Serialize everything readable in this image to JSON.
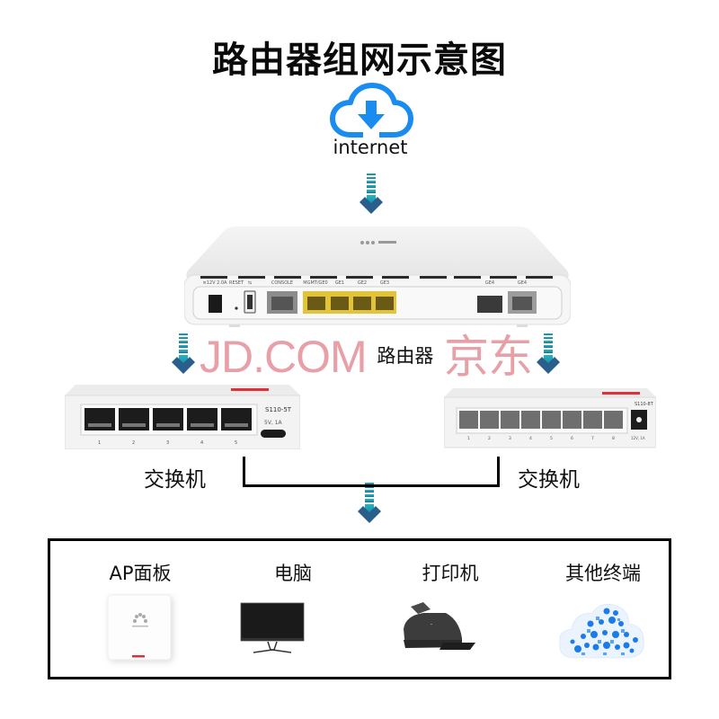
{
  "title": "路由器组网示意图",
  "internet": {
    "label": "internet",
    "icon": "cloud-download-icon",
    "color": "#1a8cf0"
  },
  "router": {
    "label": "路由器",
    "port_labels": [
      "12V 2.0A",
      "RESET",
      "USB",
      "CONSOLE",
      "MGMT/GE0",
      "GE1",
      "GE2",
      "GE3",
      "GE4",
      "GE4"
    ],
    "lan_port_color": "#e2c43a"
  },
  "watermark": "JD.COM 京东",
  "switches": [
    {
      "label": "交换机",
      "model": "S110-5T",
      "power": "5V, 1A",
      "ports": [
        "1",
        "2",
        "3",
        "4",
        "5"
      ]
    },
    {
      "label": "交换机",
      "model": "S110-8T",
      "power": "12V, 1A",
      "ports": [
        "1",
        "2",
        "3",
        "4",
        "5",
        "6",
        "7",
        "8"
      ]
    }
  ],
  "devices": [
    {
      "label": "AP面板",
      "icon": "ap-panel-icon"
    },
    {
      "label": "电脑",
      "icon": "monitor-icon"
    },
    {
      "label": "打印机",
      "icon": "printer-icon"
    },
    {
      "label": "其他终端",
      "icon": "iot-cloud-icon"
    }
  ],
  "colors": {
    "arrow_top": "#22b5c6",
    "arrow_bottom": "#2a5f8c",
    "watermark": "#e8a0a8",
    "switch_stripe": "#e0303a"
  }
}
